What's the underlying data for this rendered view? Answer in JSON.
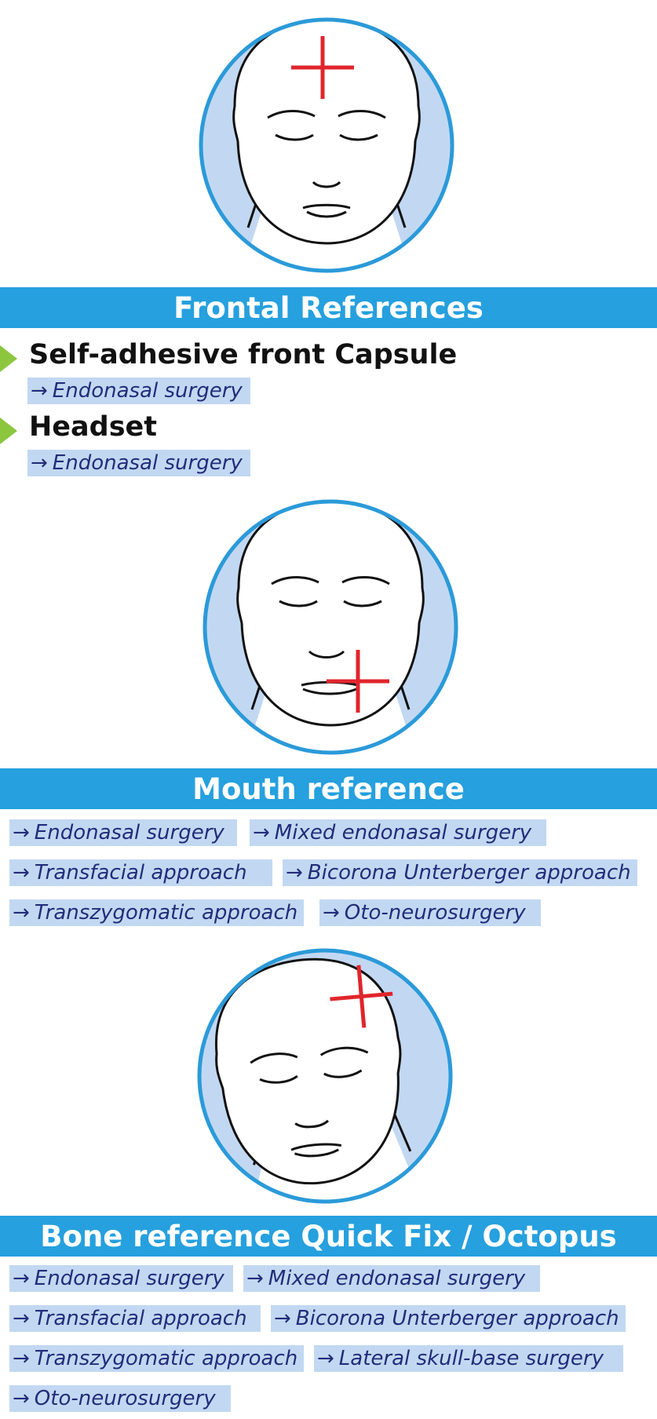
{
  "sections": [
    {
      "title": "Frontal References",
      "items": [
        {
          "label": "Self-adhesive front Capsule",
          "tags": [
            "Endonasal surgery"
          ]
        },
        {
          "label": "Headset",
          "tags": [
            "Endonasal surgery"
          ]
        }
      ]
    },
    {
      "title": "Mouth reference",
      "tags": [
        "Endonasal surgery",
        "Mixed endonasal surgery",
        "Transfacial approach",
        "Bicorona Unterberger approach",
        "Transzygomatic approach",
        "Oto-neurosurgery"
      ]
    },
    {
      "title": "Bone reference Quick Fix / Octopus",
      "tags": [
        "Endonasal surgery",
        "Mixed endonasal surgery",
        "Transfacial approach",
        "Bicorona Unterberger approach",
        "Transzygomatic approach",
        "Lateral skull-base surgery",
        "Oto-neurosurgery"
      ]
    }
  ],
  "arrow_symbol": "→",
  "colors": {
    "banner": "#26a0de",
    "circle_fill": "#c2d8f2",
    "circle_stroke": "#2b9ad9",
    "marker": "#e0252b",
    "bullet": "#8cc63f",
    "tag_bg": "#c2d8f2",
    "tag_text": "#232c7a"
  }
}
